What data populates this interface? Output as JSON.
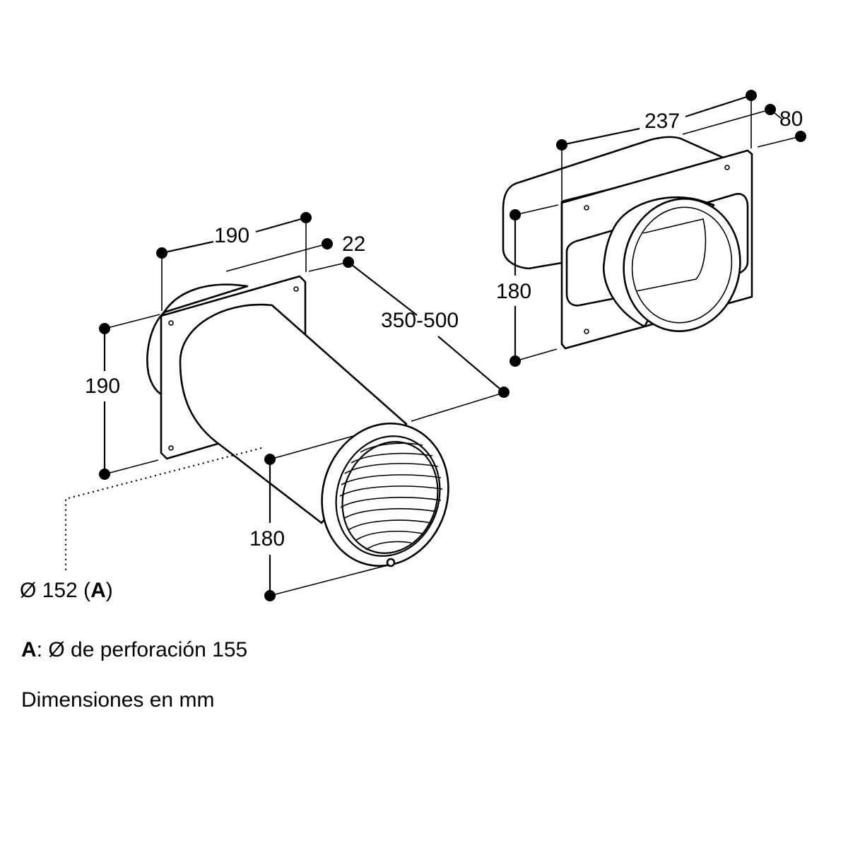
{
  "left_part": {
    "width": "190",
    "flange_depth": "22",
    "length": "350-500",
    "height": "190",
    "grille_height": "180",
    "diameter_prefix": "Ø 152 (",
    "diameter_ref": "A",
    "diameter_suffix": ")"
  },
  "right_part": {
    "width": "237",
    "depth": "80",
    "height": "180"
  },
  "notes": {
    "drill_ref": "A",
    "drill_text": ": Ø de perforación 155",
    "units": "Dimensiones en mm"
  }
}
